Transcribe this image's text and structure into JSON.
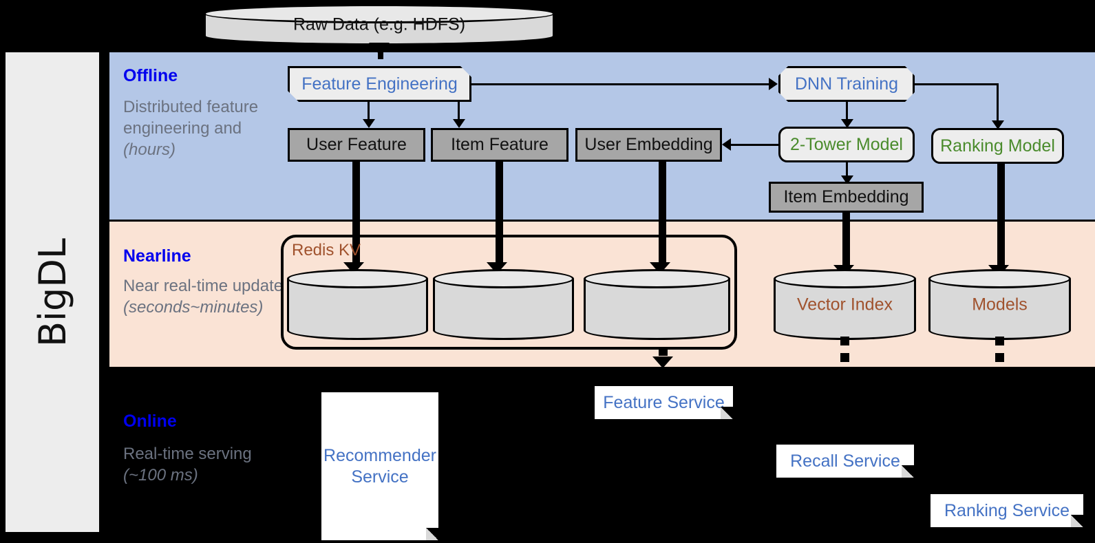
{
  "framework": {
    "name": "BigDL"
  },
  "bands": {
    "offline": {
      "title": "Offline",
      "subtitle": "Distributed feature engineering and ",
      "subtitle_em": "(hours)"
    },
    "nearline": {
      "title": "Nearline",
      "subtitle": "Near real-time update ",
      "subtitle_em": "(seconds~minutes)"
    },
    "online": {
      "title": "Online",
      "subtitle": "Real-time serving ",
      "subtitle_em": "(~100 ms)"
    }
  },
  "source": {
    "raw_data": "Raw Data (e.g. HDFS)"
  },
  "offline": {
    "feature_engineering": "Feature Engineering",
    "dnn_training": "DNN Training",
    "user_feature": "User Feature",
    "item_feature": "Item Feature",
    "user_embedding": "User Embedding",
    "two_tower_model": "2-Tower Model",
    "ranking_model": "Ranking Model",
    "item_embedding": "Item Embedding"
  },
  "nearline": {
    "redis_kv": "Redis KV",
    "stores": [
      "",
      "",
      ""
    ],
    "vector_index": "Vector Index",
    "models": "Models"
  },
  "online": {
    "recommender_service": "Recommender Service",
    "feature_service": "Feature Service",
    "recall_service": "Recall Service",
    "ranking_service": "Ranking Service"
  },
  "colors": {
    "offline_band": "#b4c7e7",
    "nearline_band": "#fae3d5",
    "online_band": "#000000",
    "band_title": "#0000ee",
    "band_subtitle": "#6b7280",
    "process_blue": "#4472c4",
    "process_green": "#4a8b2c",
    "storage_gray": "#a6a6a6",
    "cylinder_label": "#a0522d",
    "rail": "#ededed"
  }
}
